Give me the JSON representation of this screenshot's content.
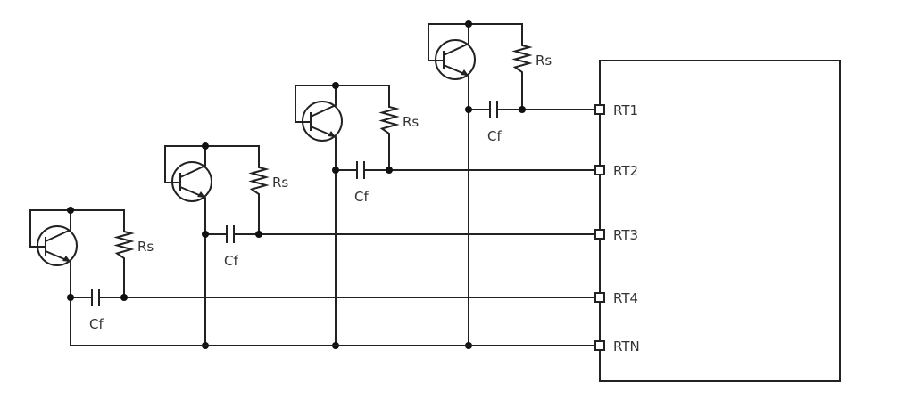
{
  "diagram": {
    "type": "circuit",
    "stages": [
      {
        "resistor_label": "Rs",
        "capacitor_label": "Cf",
        "connects_to": "RT1"
      },
      {
        "resistor_label": "Rs",
        "capacitor_label": "Cf",
        "connects_to": "RT2"
      },
      {
        "resistor_label": "Rs",
        "capacitor_label": "Cf",
        "connects_to": "RT3"
      },
      {
        "resistor_label": "Rs",
        "capacitor_label": "Cf",
        "connects_to": "RT4"
      }
    ],
    "pins": [
      "RT1",
      "RT2",
      "RT3",
      "RT4",
      "RTN"
    ],
    "colors": {
      "wire": "#222222",
      "background": "#ffffff"
    }
  }
}
